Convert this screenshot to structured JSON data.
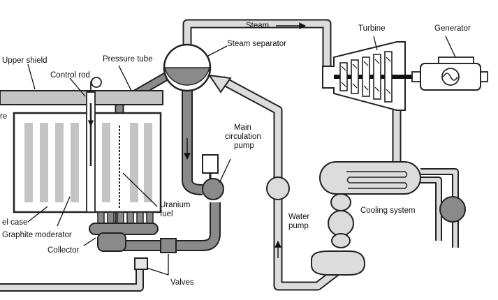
{
  "labels": {
    "upper_shield": "Upper shield",
    "control_rod": "Control rod",
    "pressure_tube": "Pressure tube",
    "steam": "Steam",
    "steam_separator": "Steam separator",
    "turbine": "Turbine",
    "generator": "Generator",
    "core_partial": "re",
    "main_circulation_pump": [
      "Main",
      "circulation",
      "pump"
    ],
    "uranium_fuel": [
      "Uranium",
      "fuel"
    ],
    "water_pump": [
      "Water",
      "pump"
    ],
    "cooling_system": "Cooling system",
    "steel_case_partial": "el case",
    "graphite_moderator": "Graphite moderator",
    "collector": "Collector",
    "valves": "Valves"
  },
  "colors": {
    "dark_pipe": "#8a8a8a",
    "light_pipe": "#cfcfcf",
    "outline": "#1a1a1a",
    "graphite": "#c4c4c4",
    "water_level": "#8a8a8a"
  }
}
